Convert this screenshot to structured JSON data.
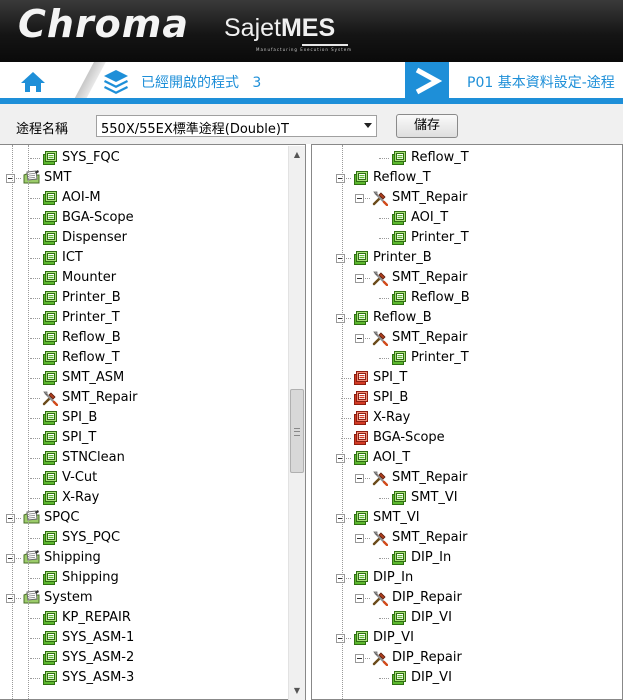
{
  "header": {
    "brand": "Chroma",
    "product_prefix": "Sajet",
    "product_suffix": "MES",
    "tagline": "Manufacturing Execution System"
  },
  "breadcrumb": {
    "opened_label": "已經開啟的程式",
    "opened_count": "3",
    "page_name": "P01 基本資料設定-途程"
  },
  "toolbar": {
    "route_label": "途程名稱",
    "route_value": "550X/55EX標準途程(Double)T",
    "save_label": "儲存"
  },
  "left_tree": [
    {
      "label": "SYS_FQC",
      "level": 2,
      "icon": "stage"
    },
    {
      "label": "SMT",
      "level": 0,
      "icon": "folder",
      "expander": true
    },
    {
      "label": "AOI-M",
      "level": 2,
      "icon": "stage"
    },
    {
      "label": "BGA-Scope",
      "level": 2,
      "icon": "stage"
    },
    {
      "label": "Dispenser",
      "level": 2,
      "icon": "stage"
    },
    {
      "label": "ICT",
      "level": 2,
      "icon": "stage"
    },
    {
      "label": "Mounter",
      "level": 2,
      "icon": "stage"
    },
    {
      "label": "Printer_B",
      "level": 2,
      "icon": "stage"
    },
    {
      "label": "Printer_T",
      "level": 2,
      "icon": "stage"
    },
    {
      "label": "Reflow_B",
      "level": 2,
      "icon": "stage"
    },
    {
      "label": "Reflow_T",
      "level": 2,
      "icon": "stage"
    },
    {
      "label": "SMT_ASM",
      "level": 2,
      "icon": "stage"
    },
    {
      "label": "SMT_Repair",
      "level": 2,
      "icon": "repair"
    },
    {
      "label": "SPI_B",
      "level": 2,
      "icon": "stage"
    },
    {
      "label": "SPI_T",
      "level": 2,
      "icon": "stage"
    },
    {
      "label": "STNClean",
      "level": 2,
      "icon": "stage"
    },
    {
      "label": "V-Cut",
      "level": 2,
      "icon": "stage"
    },
    {
      "label": "X-Ray",
      "level": 2,
      "icon": "stage"
    },
    {
      "label": "SPQC",
      "level": 0,
      "icon": "folder",
      "expander": true
    },
    {
      "label": "SYS_PQC",
      "level": 2,
      "icon": "stage"
    },
    {
      "label": "Shipping",
      "level": 0,
      "icon": "folder",
      "expander": true
    },
    {
      "label": "Shipping",
      "level": 2,
      "icon": "stage"
    },
    {
      "label": "System",
      "level": 0,
      "icon": "folder",
      "expander": true
    },
    {
      "label": "KP_REPAIR",
      "level": 2,
      "icon": "stage"
    },
    {
      "label": "SYS_ASM-1",
      "level": 2,
      "icon": "stage"
    },
    {
      "label": "SYS_ASM-2",
      "level": 2,
      "icon": "stage"
    },
    {
      "label": "SYS_ASM-3",
      "level": 2,
      "icon": "stage"
    }
  ],
  "right_tree": [
    {
      "label": "Reflow_T",
      "level": 2,
      "icon": "stage"
    },
    {
      "label": "Reflow_T",
      "level": 0,
      "icon": "stage",
      "expander": true
    },
    {
      "label": "SMT_Repair",
      "level": 1,
      "icon": "repair",
      "expander": true
    },
    {
      "label": "AOI_T",
      "level": 2,
      "icon": "stage"
    },
    {
      "label": "Printer_T",
      "level": 2,
      "icon": "stage"
    },
    {
      "label": "Printer_B",
      "level": 0,
      "icon": "stage",
      "expander": true
    },
    {
      "label": "SMT_Repair",
      "level": 1,
      "icon": "repair",
      "expander": true
    },
    {
      "label": "Reflow_B",
      "level": 2,
      "icon": "stage"
    },
    {
      "label": "Reflow_B",
      "level": 0,
      "icon": "stage",
      "expander": true
    },
    {
      "label": "SMT_Repair",
      "level": 1,
      "icon": "repair",
      "expander": true
    },
    {
      "label": "Printer_T",
      "level": 2,
      "icon": "stage"
    },
    {
      "label": "SPI_T",
      "level": 0,
      "icon": "stage-red"
    },
    {
      "label": "SPI_B",
      "level": 0,
      "icon": "stage-red"
    },
    {
      "label": "X-Ray",
      "level": 0,
      "icon": "stage-red"
    },
    {
      "label": "BGA-Scope",
      "level": 0,
      "icon": "stage-red"
    },
    {
      "label": "AOI_T",
      "level": 0,
      "icon": "stage",
      "expander": true
    },
    {
      "label": "SMT_Repair",
      "level": 1,
      "icon": "repair",
      "expander": true
    },
    {
      "label": "SMT_VI",
      "level": 2,
      "icon": "stage"
    },
    {
      "label": "SMT_VI",
      "level": 0,
      "icon": "stage",
      "expander": true
    },
    {
      "label": "SMT_Repair",
      "level": 1,
      "icon": "repair",
      "expander": true
    },
    {
      "label": "DIP_In",
      "level": 2,
      "icon": "stage"
    },
    {
      "label": "DIP_In",
      "level": 0,
      "icon": "stage",
      "expander": true
    },
    {
      "label": "DIP_Repair",
      "level": 1,
      "icon": "repair",
      "expander": true
    },
    {
      "label": "DIP_VI",
      "level": 2,
      "icon": "stage"
    },
    {
      "label": "DIP_VI",
      "level": 0,
      "icon": "stage",
      "expander": true
    },
    {
      "label": "DIP_Repair",
      "level": 1,
      "icon": "repair",
      "expander": true
    },
    {
      "label": "DIP_VI",
      "level": 2,
      "icon": "stage"
    }
  ],
  "colors": {
    "accent": "#1e8fd8",
    "stage_green": "#5cb82e",
    "stage_red": "#d23a24"
  }
}
